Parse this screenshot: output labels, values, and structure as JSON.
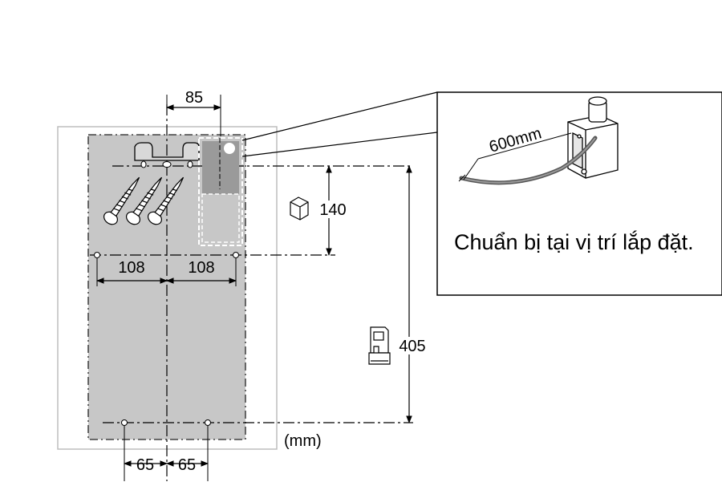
{
  "dimensions": {
    "top_spacing": "85",
    "left_half": "108",
    "right_half": "108",
    "bottom_left": "65",
    "bottom_right": "65",
    "height_small": "140",
    "height_large": "405",
    "unit": "(mm)"
  },
  "callout": {
    "cable_length": "600mm",
    "instruction": "Chuẩn bị tại vị trí lắp đặt."
  },
  "icons": {
    "small_device": "box-device-icon",
    "dryer_device": "hand-dryer-icon",
    "screws": "wood-screw-icon"
  },
  "colors": {
    "plate_fill": "#c7c7c7",
    "mount_block": "#9a9a9a",
    "line": "#000000"
  }
}
